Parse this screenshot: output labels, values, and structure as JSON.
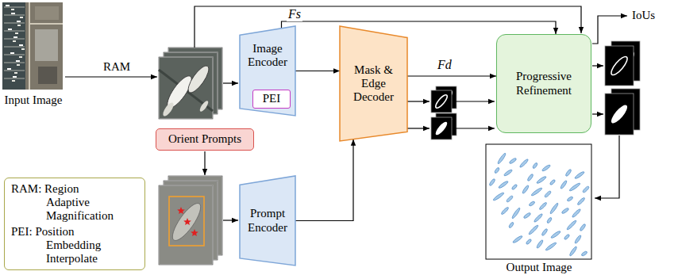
{
  "diagram": {
    "nodes": [
      {
        "text": [
          "Input Image"
        ]
      },
      {
        "text": [
          "Image Encoder"
        ]
      },
      {
        "text": [
          "PEI"
        ],
        "in": 1
      },
      {
        "text": [
          "Orient Prompts"
        ]
      },
      {
        "text": [
          "Prompt Encoder"
        ]
      },
      {
        "text": [
          "Mask & Edge Decoder"
        ]
      },
      {
        "text": [
          "Progressive Refinement"
        ]
      },
      {
        "text": [
          "Output Image"
        ]
      },
      {
        "text": [
          "RAM: Region Adaptive Magnification",
          "PEI: Position Embedding Interpolate"
        ]
      }
    ],
    "edges": [
      {
        "from": 1,
        "to": 5,
        "arrow": "to"
      },
      {
        "from": 1,
        "to": 6,
        "label": "Fs",
        "arrow": "to"
      },
      {
        "from": 4,
        "to": 5,
        "arrow": "to"
      },
      {
        "from": 5,
        "to": 6,
        "label": "Fd",
        "arrow": "to"
      }
    ],
    "labels": [
      "RAM",
      "IoUs"
    ]
  }
}
